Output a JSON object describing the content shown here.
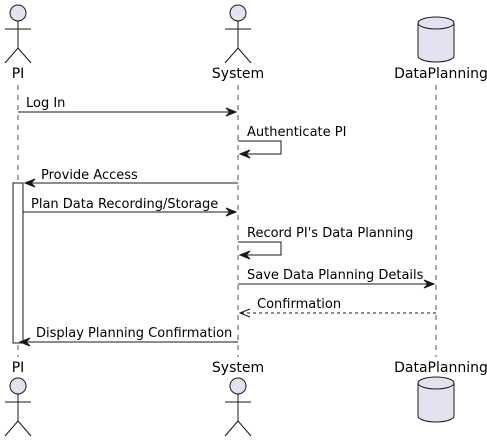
{
  "participants": {
    "pi": {
      "name": "PI",
      "kind": "actor"
    },
    "system": {
      "name": "System",
      "kind": "actor"
    },
    "dataplanning": {
      "name": "DataPlanning",
      "kind": "database"
    }
  },
  "messages": [
    {
      "from": "pi",
      "to": "system",
      "label": "Log In",
      "style": "solid"
    },
    {
      "from": "system",
      "to": "system",
      "label": "Authenticate PI",
      "style": "solid"
    },
    {
      "from": "system",
      "to": "pi",
      "label": "Provide Access",
      "style": "solid"
    },
    {
      "from": "pi",
      "to": "system",
      "label": "Plan Data Recording/Storage",
      "style": "solid"
    },
    {
      "from": "system",
      "to": "system",
      "label": "Record PI's Data Planning",
      "style": "solid"
    },
    {
      "from": "system",
      "to": "dataplanning",
      "label": "Save Data Planning Details",
      "style": "solid"
    },
    {
      "from": "dataplanning",
      "to": "system",
      "label": "Confirmation",
      "style": "dashed"
    },
    {
      "from": "system",
      "to": "pi",
      "label": "Display Planning Confirmation",
      "style": "solid"
    }
  ],
  "colors": {
    "participant_fill": "#E2E2F0",
    "line": "#181818",
    "lifeline": "#555555"
  }
}
